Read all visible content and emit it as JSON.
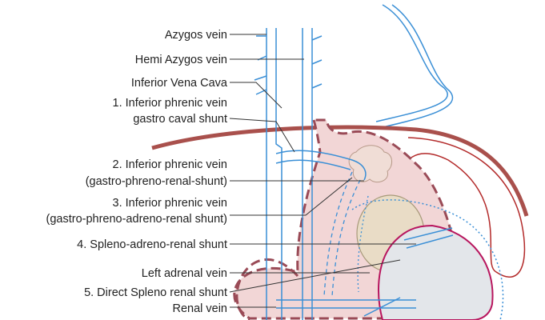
{
  "diagram": {
    "labels": {
      "azygos": "Azygos vein",
      "hemi_azygos": "Hemi Azygos vein",
      "ivc": "Inferior Vena Cava",
      "ipv_gc_1": "1. Inferior phrenic vein",
      "ipv_gc_2": "gastro caval shunt",
      "ipv_gpr_1": "2. Inferior phrenic vein",
      "ipv_gpr_2": "(gastro-phreno-renal-shunt)",
      "ipv_gpar_1": "3. Inferior phrenic vein",
      "ipv_gpar_2": "(gastro-phreno-adreno-renal shunt)",
      "spleno_adreno": "4. Spleno-adreno-renal shunt",
      "left_adrenal": "Left adrenal vein",
      "direct_splenorenal": "5. Direct Spleno renal shunt",
      "renal": "Renal vein"
    },
    "colors": {
      "vein": "#3a8fd6",
      "vein_fill": "#dcedf8",
      "stomach_fill": "#f2d6d6",
      "stomach_outline": "#9a4b57",
      "diaphragm": "#a9504c",
      "adrenal_fill": "#e9dcc6",
      "kidney_fill": "#e3e6ea",
      "kidney_outline": "#b8165e",
      "spleen_outline": "#b32a2a",
      "label_text": "#222222"
    }
  }
}
